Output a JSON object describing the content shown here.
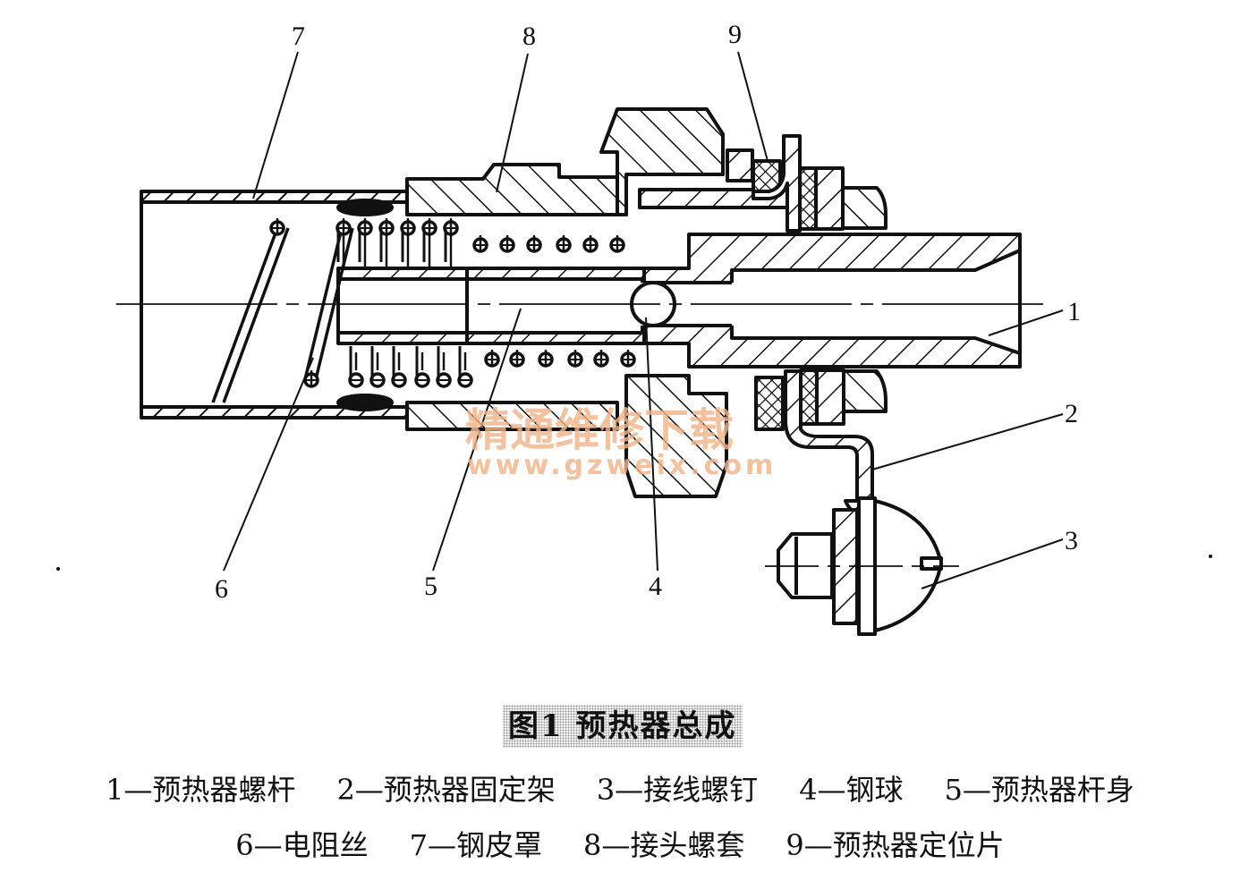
{
  "figure": {
    "caption": "图1  预热器总成",
    "watermark": {
      "text": "精通维修下载",
      "url": "www.gzweix.com",
      "color": "#f2b48a"
    },
    "callouts": [
      "1",
      "2",
      "3",
      "4",
      "5",
      "6",
      "7",
      "8",
      "9"
    ],
    "legend": [
      {
        "num": "1",
        "label": "1—预热器螺杆"
      },
      {
        "num": "2",
        "label": "2—预热器固定架"
      },
      {
        "num": "3",
        "label": "3—接线螺钉"
      },
      {
        "num": "4",
        "label": "4—钢球"
      },
      {
        "num": "5",
        "label": "5—预热器杆身"
      },
      {
        "num": "6",
        "label": "6—电阻丝"
      },
      {
        "num": "7",
        "label": "7—钢皮罩"
      },
      {
        "num": "8",
        "label": "8—接头螺套"
      },
      {
        "num": "9",
        "label": "9—预热器定位片"
      }
    ]
  }
}
